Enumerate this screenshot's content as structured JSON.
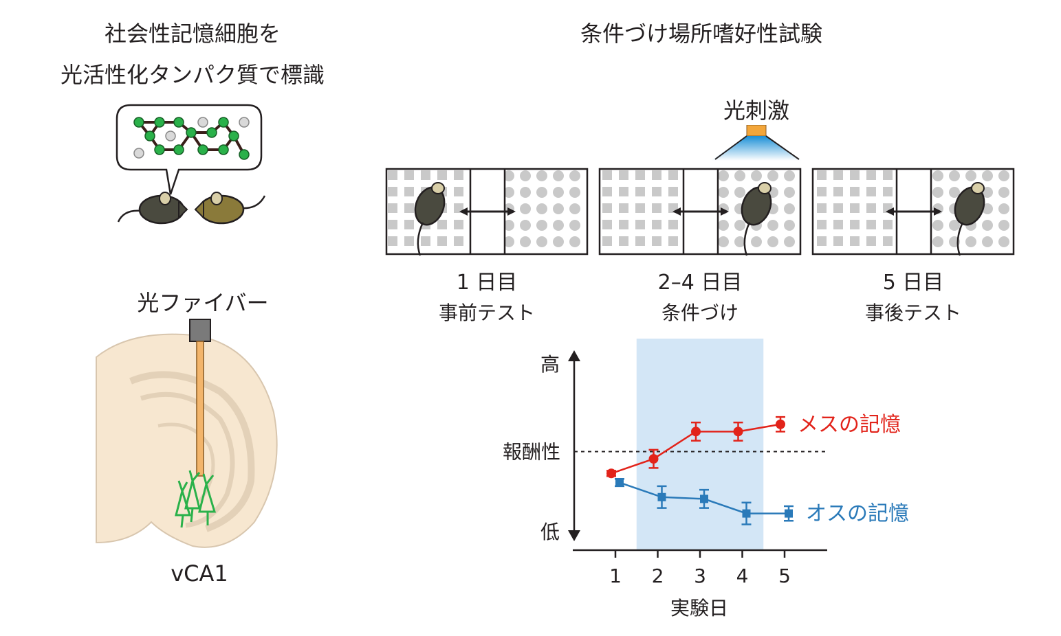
{
  "left": {
    "title_line1": "社会性記憶細胞を",
    "title_line2": "光活性化タンパク質で標識",
    "fiber_label": "光ファイバー",
    "region_label": "vCA1"
  },
  "right": {
    "title": "条件づけ場所嗜好性試験",
    "stim_label": "光刺激",
    "stages": [
      {
        "day": "1 日目",
        "name": "事前テスト"
      },
      {
        "day": "2–4 日目",
        "name": "条件づけ"
      },
      {
        "day": "5 日目",
        "name": "事後テスト"
      }
    ]
  },
  "colors": {
    "female": "#e2231a",
    "male": "#2a7ab9",
    "shade": "#d3e6f6",
    "mouse": "#4a4a3f",
    "mouse2": "#8a7a3a",
    "neuron": "#2ab14a",
    "fiber": "#f3b56b",
    "brain": "#f7e7d0"
  },
  "chart_data": {
    "type": "line",
    "x": [
      1,
      2,
      3,
      4,
      5
    ],
    "xlabel": "実験日",
    "y_top_label": "高",
    "y_bottom_label": "低",
    "y_ref_label": "報酬性",
    "ylim": [
      0,
      100
    ],
    "reference_y": 50,
    "shaded_x_range": [
      1.5,
      4.5
    ],
    "series": [
      {
        "name": "メスの記憶",
        "values": [
          38,
          46,
          61,
          61,
          65
        ],
        "errors": [
          1.5,
          5,
          5,
          5,
          4
        ]
      },
      {
        "name": "オスの記憶",
        "values": [
          33,
          25,
          24,
          16,
          16
        ],
        "errors": [
          2,
          6,
          5,
          6,
          4
        ]
      }
    ]
  }
}
